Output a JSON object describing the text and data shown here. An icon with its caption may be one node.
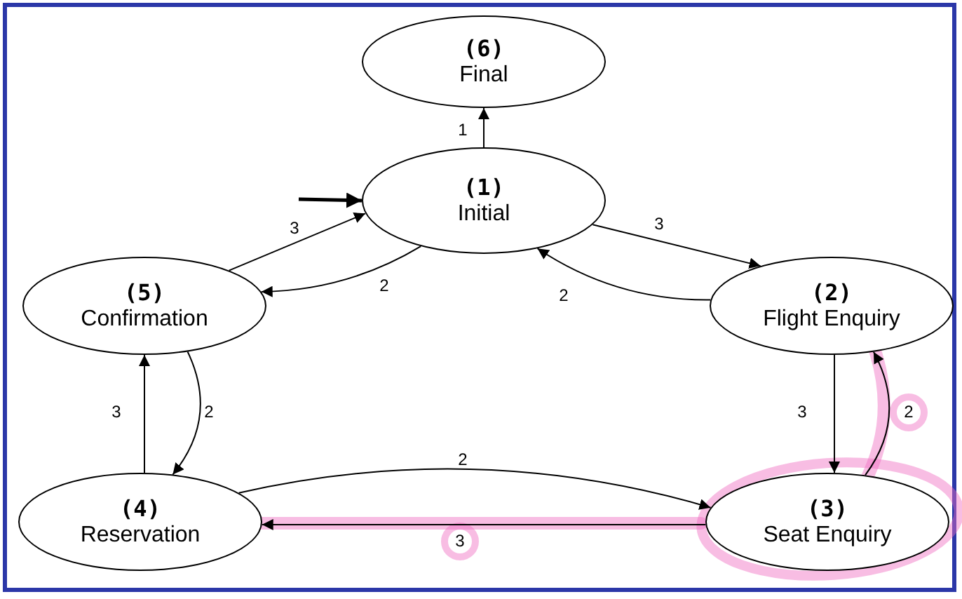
{
  "diagram": {
    "nodes": [
      {
        "text": [
          "(6)",
          "Final"
        ]
      },
      {
        "text": [
          "(1)",
          "Initial"
        ]
      },
      {
        "text": [
          "(5)",
          "Confirmation"
        ]
      },
      {
        "text": [
          "(2)",
          "Flight Enquiry"
        ]
      },
      {
        "text": [
          "(4)",
          "Reservation"
        ]
      },
      {
        "text": [
          "(3)",
          "Seat Enquiry"
        ]
      }
    ],
    "edges": [
      {
        "from": 1,
        "to": 0,
        "arrow": "to",
        "label": "1"
      },
      {
        "from": null,
        "to": 1,
        "arrow": "to",
        "style": "thick"
      },
      {
        "from": 2,
        "to": 1,
        "arrow": "to",
        "label": "3"
      },
      {
        "from": 1,
        "to": 2,
        "arrow": "to",
        "label": "2"
      },
      {
        "from": 1,
        "to": 3,
        "arrow": "to",
        "label": "3"
      },
      {
        "from": 3,
        "to": 1,
        "arrow": "to",
        "label": "2"
      },
      {
        "from": 3,
        "to": 5,
        "arrow": "to",
        "label": "3"
      },
      {
        "from": 5,
        "to": 3,
        "arrow": "to",
        "label": "2"
      },
      {
        "from": 2,
        "to": 4,
        "arrow": "to",
        "label": "2"
      },
      {
        "from": 4,
        "to": 2,
        "arrow": "to",
        "label": "3"
      },
      {
        "from": 4,
        "to": 5,
        "arrow": "to",
        "label": "2"
      },
      {
        "from": 5,
        "to": 4,
        "arrow": "to",
        "label": "3"
      }
    ]
  }
}
